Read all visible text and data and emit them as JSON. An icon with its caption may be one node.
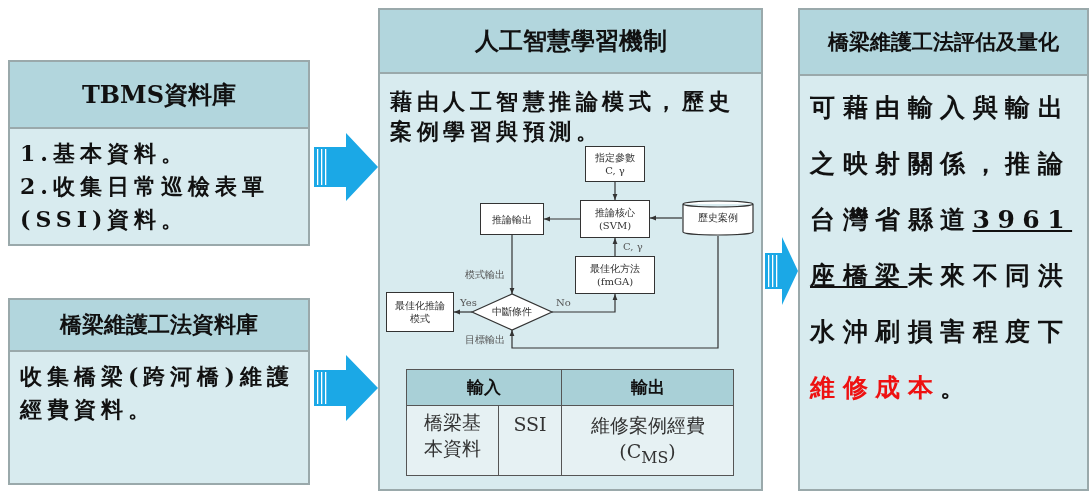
{
  "diagram": {
    "nodes": [
      {
        "text": [
          "TBMS資料庫",
          "1.基本資料。",
          "2.收集日常巡檢表單 (SSI)資料。"
        ]
      },
      {
        "text": [
          "橋梁維護工法資料庫",
          "收集橋梁(跨河橋)維護經費資料。"
        ]
      },
      {
        "text": [
          "人工智慧學習機制",
          "藉由人工智慧推論模式，歷史案例學習與預測。"
        ]
      },
      {
        "text": [
          "指定參數 C, γ"
        ],
        "in": 2
      },
      {
        "text": [
          "推論輸出"
        ],
        "in": 2
      },
      {
        "text": [
          "推論核心 (SVM)"
        ],
        "in": 2
      },
      {
        "text": [
          "歷史案例"
        ],
        "in": 2
      },
      {
        "text": [
          "最佳化方法 (fmGA)"
        ],
        "in": 2
      },
      {
        "text": [
          "最佳化推論模式"
        ],
        "in": 2
      },
      {
        "text": [
          "中斷條件"
        ],
        "in": 2
      },
      {
        "text": [
          "橋梁維護工法評估及量化",
          "可藉由輸入與輸出之映射關係，推論台灣省縣道",
          "3961座橋梁",
          "未來不同洪水沖刷損害程度下",
          "維修成本",
          "。"
        ]
      }
    ],
    "edges": [
      {
        "from": 0,
        "to": 2,
        "arrow": "to",
        "style": "thick",
        "color": "#1ba8e6"
      },
      {
        "from": 1,
        "to": 2,
        "arrow": "to",
        "style": "thick",
        "color": "#1ba8e6"
      },
      {
        "from": 2,
        "to": 10,
        "arrow": "to",
        "style": "thick",
        "color": "#1ba8e6"
      },
      {
        "from": 3,
        "to": 5,
        "arrow": "to"
      },
      {
        "from": 6,
        "to": 5,
        "arrow": "to"
      },
      {
        "from": 5,
        "to": 4,
        "arrow": "to"
      },
      {
        "from": 4,
        "to": 9,
        "arrow": "to",
        "label": "模式輸出"
      },
      {
        "from": 9,
        "to": 8,
        "arrow": "to",
        "label": "Yes"
      },
      {
        "from": 9,
        "to": 7,
        "arrow": "to",
        "label": "No"
      },
      {
        "from": 7,
        "to": 5,
        "arrow": "to",
        "label": "C, γ"
      },
      {
        "from": 6,
        "to": 9,
        "arrow": "to",
        "label": "目標輸出"
      }
    ],
    "labels": [
      "輸入",
      "輸出",
      "橋梁基本資料",
      "SSI",
      "維修案例經費 (C$_{MS}$)"
    ]
  }
}
